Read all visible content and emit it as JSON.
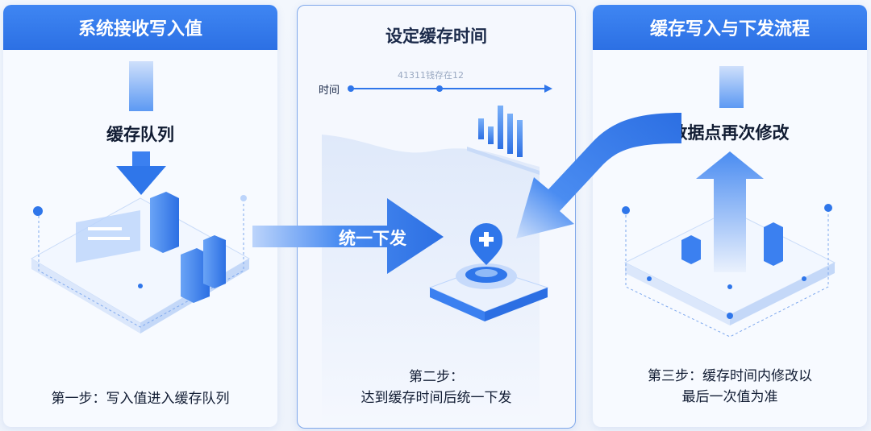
{
  "colors": {
    "primary": "#2f76ea",
    "light": "#bcd4fb",
    "text": "#111c33"
  },
  "panel1": {
    "title": "系统接收写入值",
    "queue_label": "缓存队列",
    "step": "第一步：写入值进入缓存队列"
  },
  "panel2": {
    "title": "设定缓存时间",
    "axis_label": "时间",
    "axis_caption": "41311钱存在12",
    "step_line1": "第二步：",
    "step_line2": "达到缓存时间后统一下发"
  },
  "panel3": {
    "title": "缓存写入与下发流程",
    "modify_label": "数据点再次修改",
    "step_line1": "第三步：缓存时间内修改以",
    "step_line2": "最后一次值为准"
  },
  "flow": {
    "dispatch_label": "统一下发"
  },
  "icons": [
    "down-arrow-icon",
    "up-arrow-icon",
    "plus-pin-icon",
    "bar-chart-icon",
    "timeline-arrow-icon"
  ]
}
